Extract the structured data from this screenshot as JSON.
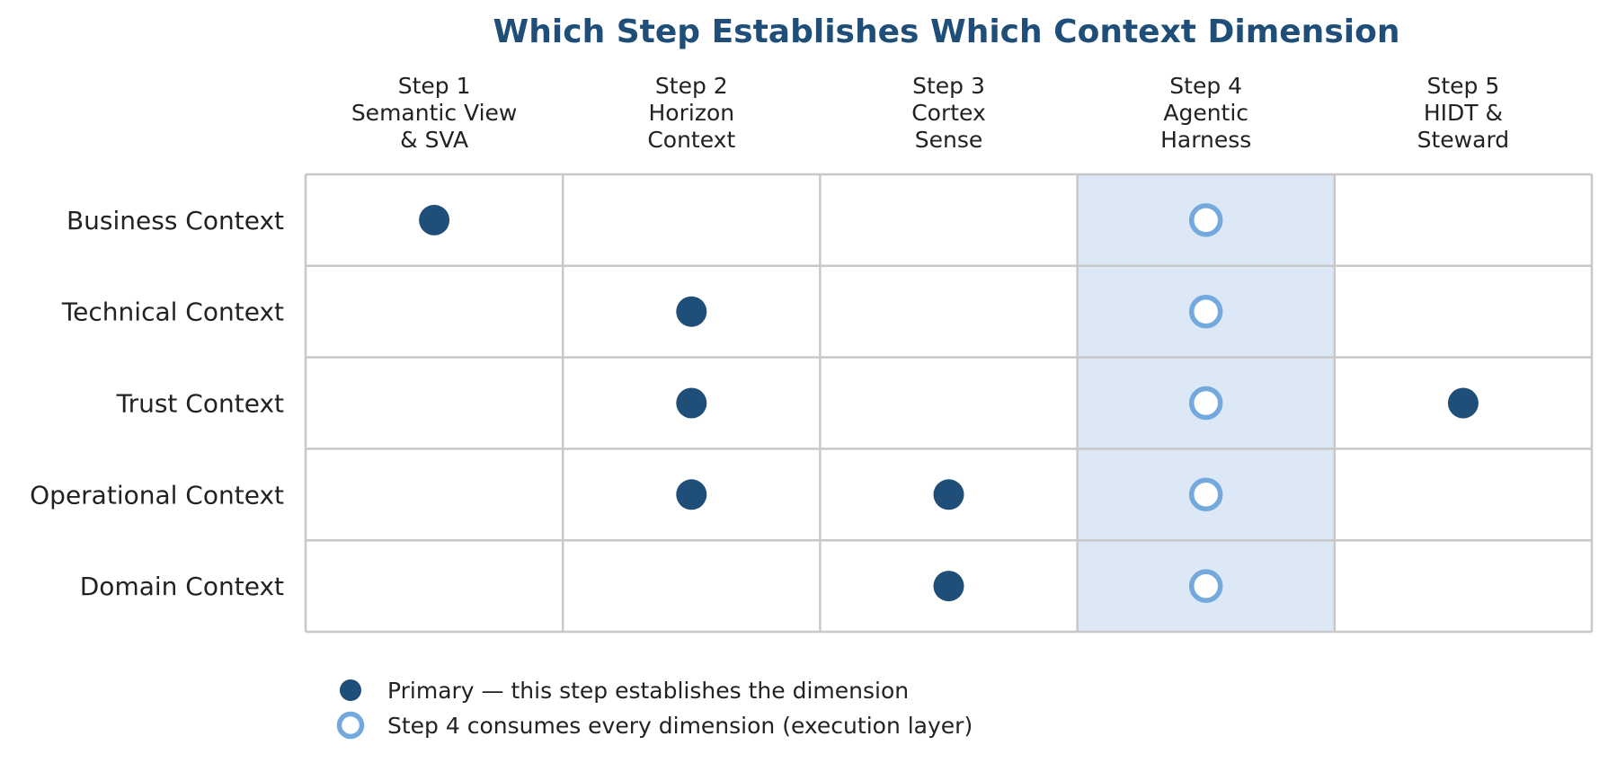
{
  "title": "Which Step Establishes Which Context Dimension",
  "columns": [
    {
      "line1": "Step 1",
      "line2": "Semantic View",
      "line3": "& SVA"
    },
    {
      "line1": "Step 2",
      "line2": "Horizon",
      "line3": "Context"
    },
    {
      "line1": "Step 3",
      "line2": "Cortex",
      "line3": "Sense"
    },
    {
      "line1": "Step 4",
      "line2": "Agentic",
      "line3": "Harness"
    },
    {
      "line1": "Step 5",
      "line2": "HIDT &",
      "line3": "Steward"
    }
  ],
  "rows": [
    "Business Context",
    "Technical Context",
    "Trust Context",
    "Operational Context",
    "Domain Context"
  ],
  "matrix": [
    [
      "primary",
      "",
      "",
      "consumes",
      ""
    ],
    [
      "",
      "primary",
      "",
      "consumes",
      ""
    ],
    [
      "",
      "primary",
      "",
      "consumes",
      "primary"
    ],
    [
      "",
      "primary",
      "primary",
      "consumes",
      ""
    ],
    [
      "",
      "",
      "primary",
      "consumes",
      ""
    ]
  ],
  "highlighted_column": 4,
  "legend": {
    "primary": "Primary — this step establishes the dimension",
    "consumes": "Step 4 consumes every dimension (execution layer)"
  },
  "colors": {
    "title": "#1f4e79",
    "primary_marker": "#1f4e79",
    "consumes_marker_stroke": "#74a9dd",
    "consumes_marker_fill": "#ffffff",
    "highlight_column": "#dce8f6",
    "grid_line": "#c8c8c8",
    "text": "#222222"
  }
}
